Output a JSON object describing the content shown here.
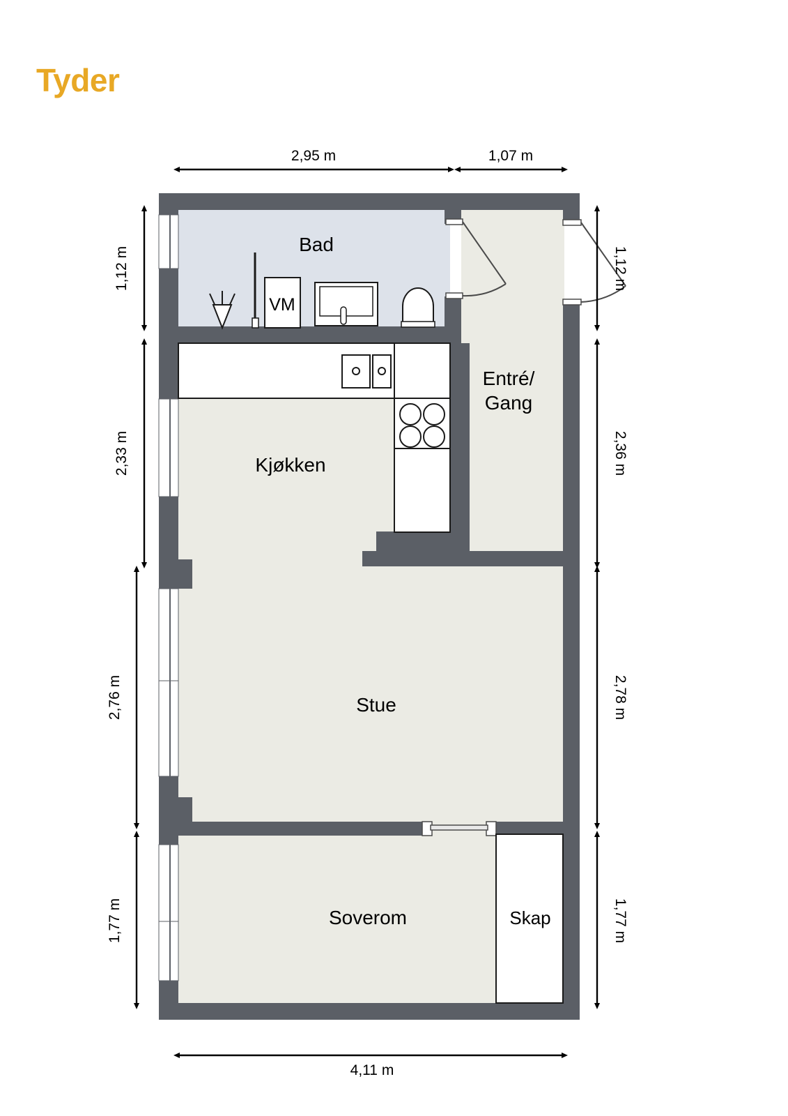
{
  "brand": {
    "name": "Tyder",
    "color": "#e8a825"
  },
  "floorplan": {
    "title": "Tyder",
    "colors": {
      "wall": "#5b5f66",
      "room_fill": "#ebebe4",
      "bathroom_fill": "#dde2ea",
      "fixture_fill": "#ffffff",
      "outline": "#1a1a1a",
      "dimension_line": "#000000",
      "background": "#ffffff"
    },
    "rooms": [
      {
        "id": "bad",
        "label": "Bad",
        "fill": "bathroom_fill"
      },
      {
        "id": "entre",
        "label": "Entré/",
        "label2": "Gang",
        "fill": "room_fill"
      },
      {
        "id": "kjokken",
        "label": "Kjøkken",
        "fill": "room_fill"
      },
      {
        "id": "stue",
        "label": "Stue",
        "fill": "room_fill"
      },
      {
        "id": "soverom",
        "label": "Soverom",
        "fill": "room_fill"
      },
      {
        "id": "skap",
        "label": "Skap",
        "fill": "fixture_fill"
      }
    ],
    "appliances": [
      {
        "id": "washing-machine",
        "label": "VM"
      }
    ],
    "fixtures": [
      {
        "id": "shower",
        "name": "shower-drain-icon"
      },
      {
        "id": "shower-rod",
        "name": "shower-rod-icon"
      },
      {
        "id": "sink-bath",
        "name": "bathroom-sink-icon"
      },
      {
        "id": "toilet",
        "name": "toilet-icon"
      },
      {
        "id": "kitchen-sink",
        "name": "double-sink-icon"
      },
      {
        "id": "stove",
        "name": "cooktop-icon"
      },
      {
        "id": "counter",
        "name": "kitchen-counter-icon"
      },
      {
        "id": "cabinet",
        "name": "kitchen-cabinet-icon"
      }
    ],
    "dimensions": {
      "top": [
        {
          "id": "top-1",
          "value": "2,95 m"
        },
        {
          "id": "top-2",
          "value": "1,07 m"
        }
      ],
      "left": [
        {
          "id": "left-1",
          "value": "1,12 m"
        },
        {
          "id": "left-2",
          "value": "2,33 m"
        },
        {
          "id": "left-3",
          "value": "2,76 m"
        },
        {
          "id": "left-4",
          "value": "1,77 m"
        }
      ],
      "right": [
        {
          "id": "right-1",
          "value": "1,12 m"
        },
        {
          "id": "right-2",
          "value": "2,36 m"
        },
        {
          "id": "right-3",
          "value": "2,78 m"
        },
        {
          "id": "right-4",
          "value": "1,77 m"
        }
      ],
      "bottom": [
        {
          "id": "bottom-1",
          "value": "4,11 m"
        }
      ]
    },
    "doors": [
      {
        "id": "bathroom-door",
        "type": "swing"
      },
      {
        "id": "entry-door",
        "type": "swing"
      },
      {
        "id": "bedroom-door",
        "type": "sliding"
      }
    ],
    "windows": [
      {
        "id": "window-bad"
      },
      {
        "id": "window-kjokken"
      },
      {
        "id": "window-stue-1"
      },
      {
        "id": "window-stue-2"
      },
      {
        "id": "window-soverom-1"
      },
      {
        "id": "window-soverom-2"
      }
    ]
  }
}
